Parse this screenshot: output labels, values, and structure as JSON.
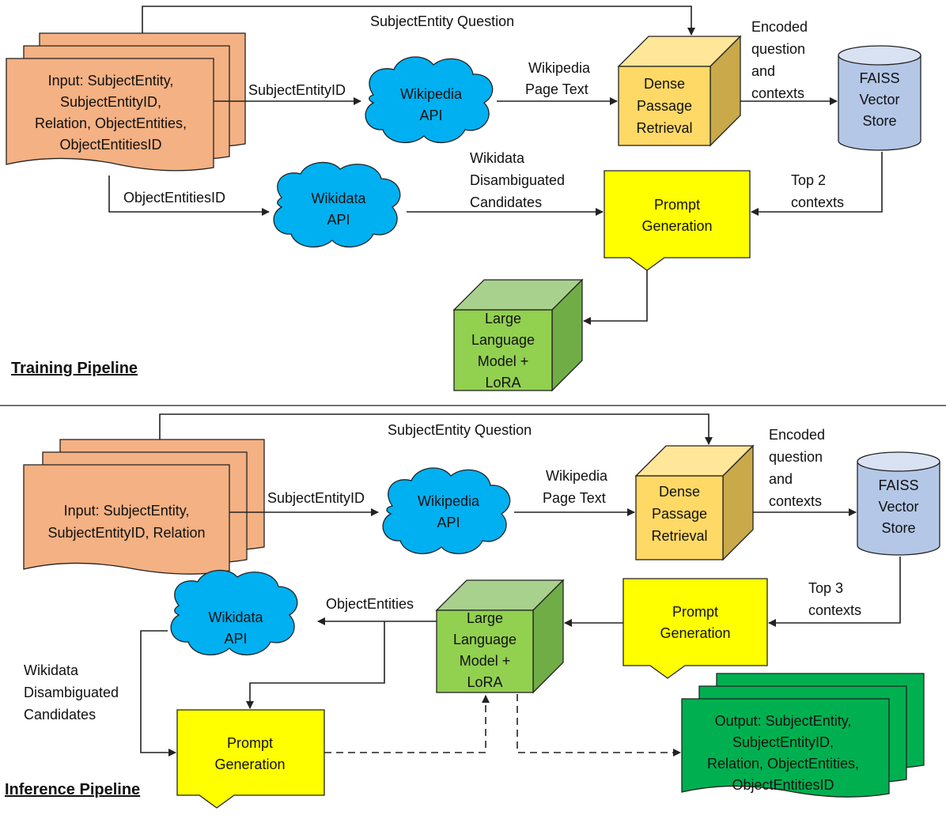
{
  "colors": {
    "input_doc": "#F4B183",
    "output_doc": "#00B050",
    "cloud": "#00B0F0",
    "dpr_box": "#FFD966",
    "faiss": "#B4C7E7",
    "prompt": "#FFFF00",
    "llm": "#92D050"
  },
  "training": {
    "section_title": "Training Pipeline",
    "input_lines": [
      "Input: SubjectEntity,",
      "SubjectEntityID,",
      "Relation, ObjectEntities,",
      "ObjectEntitiesID"
    ],
    "wikipedia_api": [
      "Wikipedia",
      "API"
    ],
    "dpr": [
      "Dense",
      "Passage",
      "Retrieval"
    ],
    "faiss": [
      "FAISS",
      "Vector",
      "Store"
    ],
    "wikidata_api": [
      "Wikidata",
      "API"
    ],
    "prompt": [
      "Prompt",
      "Generation"
    ],
    "llm": [
      "Large",
      "Language",
      "Model +",
      "LoRA"
    ],
    "edge_subject_question": "SubjectEntity Question",
    "edge_subject_id": "SubjectEntityID",
    "edge_wiki_text": [
      "Wikipedia",
      "Page Text"
    ],
    "edge_encoded": [
      "Encoded",
      "question",
      "and",
      "contexts"
    ],
    "edge_object_ids": "ObjectEntitiesID",
    "edge_candidates": [
      "Wikidata",
      "Disambiguated",
      "Candidates"
    ],
    "edge_top": [
      "Top 2",
      "contexts"
    ]
  },
  "inference": {
    "section_title": "Inference Pipeline",
    "input_lines": [
      "Input: SubjectEntity,",
      "SubjectEntityID, Relation"
    ],
    "wikipedia_api": [
      "Wikipedia",
      "API"
    ],
    "dpr": [
      "Dense",
      "Passage",
      "Retrieval"
    ],
    "faiss": [
      "FAISS",
      "Vector",
      "Store"
    ],
    "prompt1": [
      "Prompt",
      "Generation"
    ],
    "llm": [
      "Large",
      "Language",
      "Model +",
      "LoRA"
    ],
    "wikidata_api": [
      "Wikidata",
      "API"
    ],
    "prompt2": [
      "Prompt",
      "Generation"
    ],
    "output_lines": [
      "Output: SubjectEntity,",
      "SubjectEntityID,",
      "Relation, ObjectEntities,",
      "ObjectEntitiesID"
    ],
    "edge_subject_question": "SubjectEntity Question",
    "edge_subject_id": "SubjectEntityID",
    "edge_wiki_text": [
      "Wikipedia",
      "Page Text"
    ],
    "edge_encoded": [
      "Encoded",
      "question",
      "and",
      "contexts"
    ],
    "edge_top": [
      "Top 3",
      "contexts"
    ],
    "edge_object_entities": "ObjectEntities",
    "edge_candidates": [
      "Wikidata",
      "Disambiguated",
      "Candidates"
    ]
  }
}
